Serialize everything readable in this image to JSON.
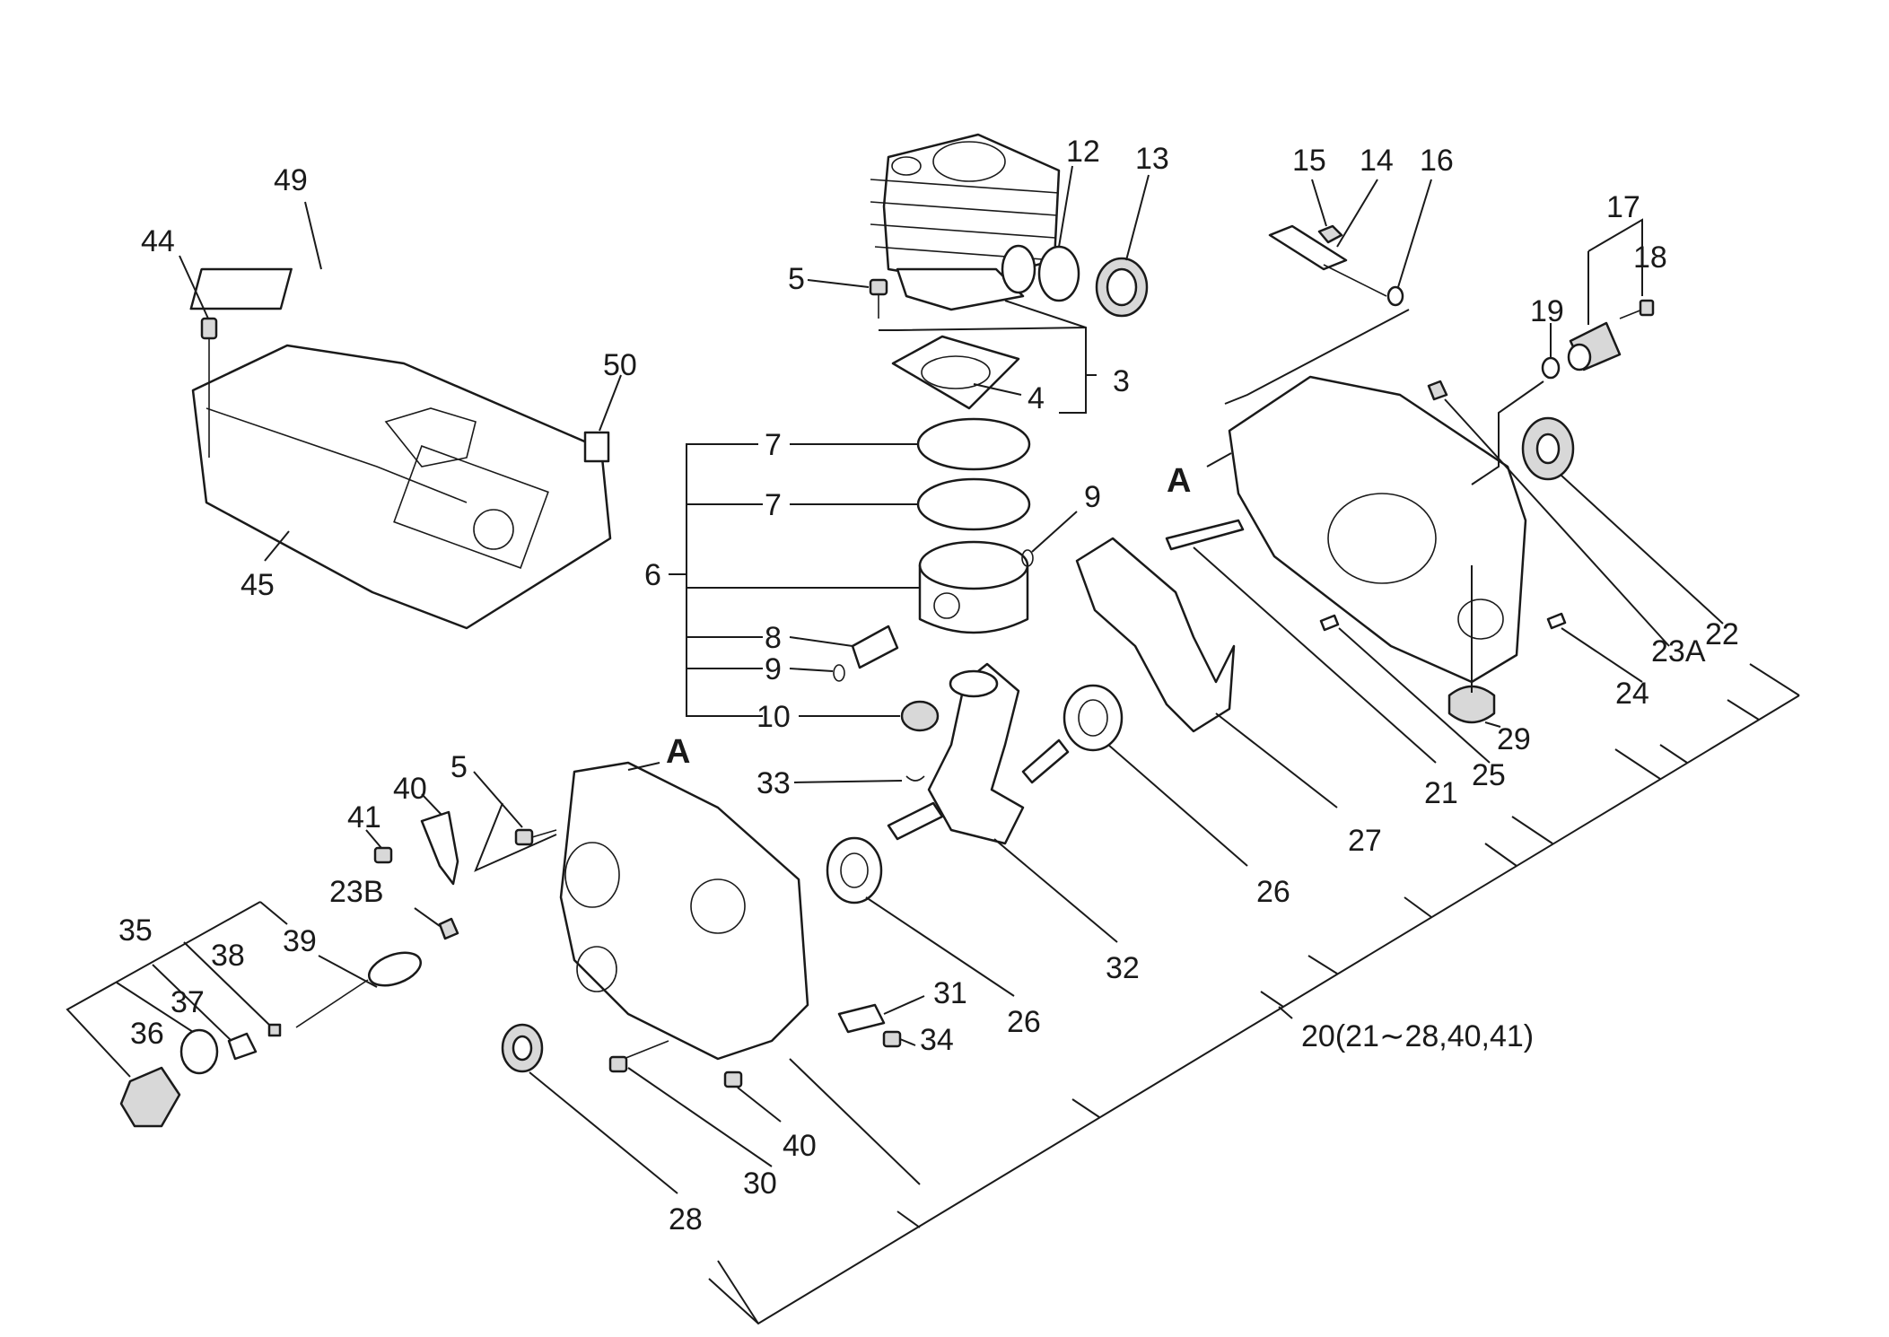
{
  "diagram": {
    "labels": {
      "l3": "3",
      "l4": "4",
      "l5a": "5",
      "l5b": "5",
      "l6": "6",
      "l7a": "7",
      "l7b": "7",
      "l8": "8",
      "l9a": "9",
      "l9b": "9",
      "l10": "10",
      "l12": "12",
      "l13": "13",
      "l14": "14",
      "l15": "15",
      "l16": "16",
      "l17": "17",
      "l18": "18",
      "l19": "19",
      "l20": "20(21∼28,40,41)",
      "l21": "21",
      "l22": "22",
      "l23a": "23A",
      "l23b": "23B",
      "l24": "24",
      "l25": "25",
      "l26a": "26",
      "l26b": "26",
      "l27": "27",
      "l28": "28",
      "l29": "29",
      "l30": "30",
      "l31": "31",
      "l32": "32",
      "l33": "33",
      "l34": "34",
      "l35": "35",
      "l36": "36",
      "l37": "37",
      "l38": "38",
      "l39": "39",
      "l40a": "40",
      "l40b": "40",
      "l41": "41",
      "l44": "44",
      "l45": "45",
      "l49": "49",
      "l50": "50",
      "markA1": "A",
      "markA2": "A"
    }
  }
}
